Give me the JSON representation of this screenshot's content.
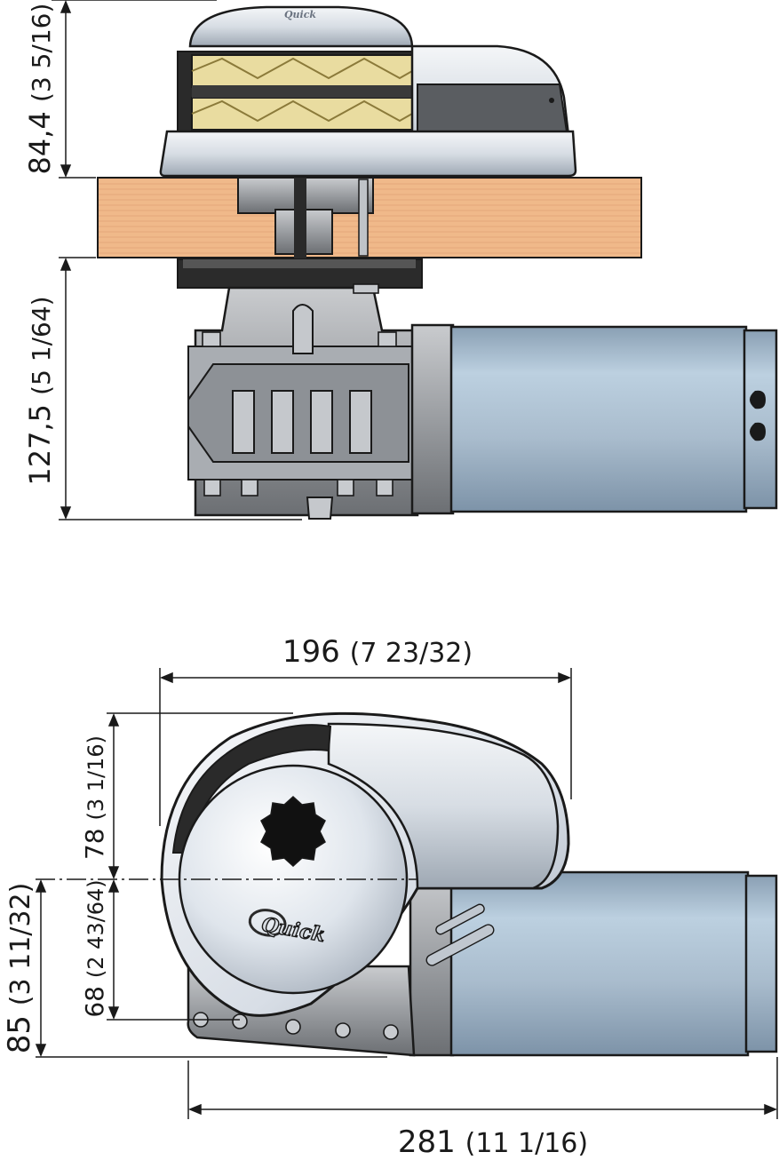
{
  "dimensions": {
    "side_upper_height": {
      "value": "84,4",
      "fraction": "(3 5/16)"
    },
    "side_lower_height": {
      "value": "127,5",
      "fraction": "(5 1/64)"
    },
    "top_width": {
      "value": "196",
      "fraction": "(7 23/32)"
    },
    "top_upper_radius": {
      "value": "78",
      "fraction": "(3 1/16)"
    },
    "top_lower_radius": {
      "value": "68",
      "fraction": "(2 43/64)"
    },
    "top_total_depth": {
      "value": "85",
      "fraction": "(3 11/32)"
    },
    "total_length": {
      "value": "281",
      "fraction": "(11 1/16)"
    }
  },
  "logo": {
    "brand": "Quick"
  },
  "colors": {
    "outline": "#1a1a1a",
    "deck_wood": "#f0b98a",
    "motor_blue": "#a9bccd",
    "chrome": "#dfe4ea",
    "gypsy_gold": "#e9dca0",
    "dark_casting": "#6e7074"
  }
}
